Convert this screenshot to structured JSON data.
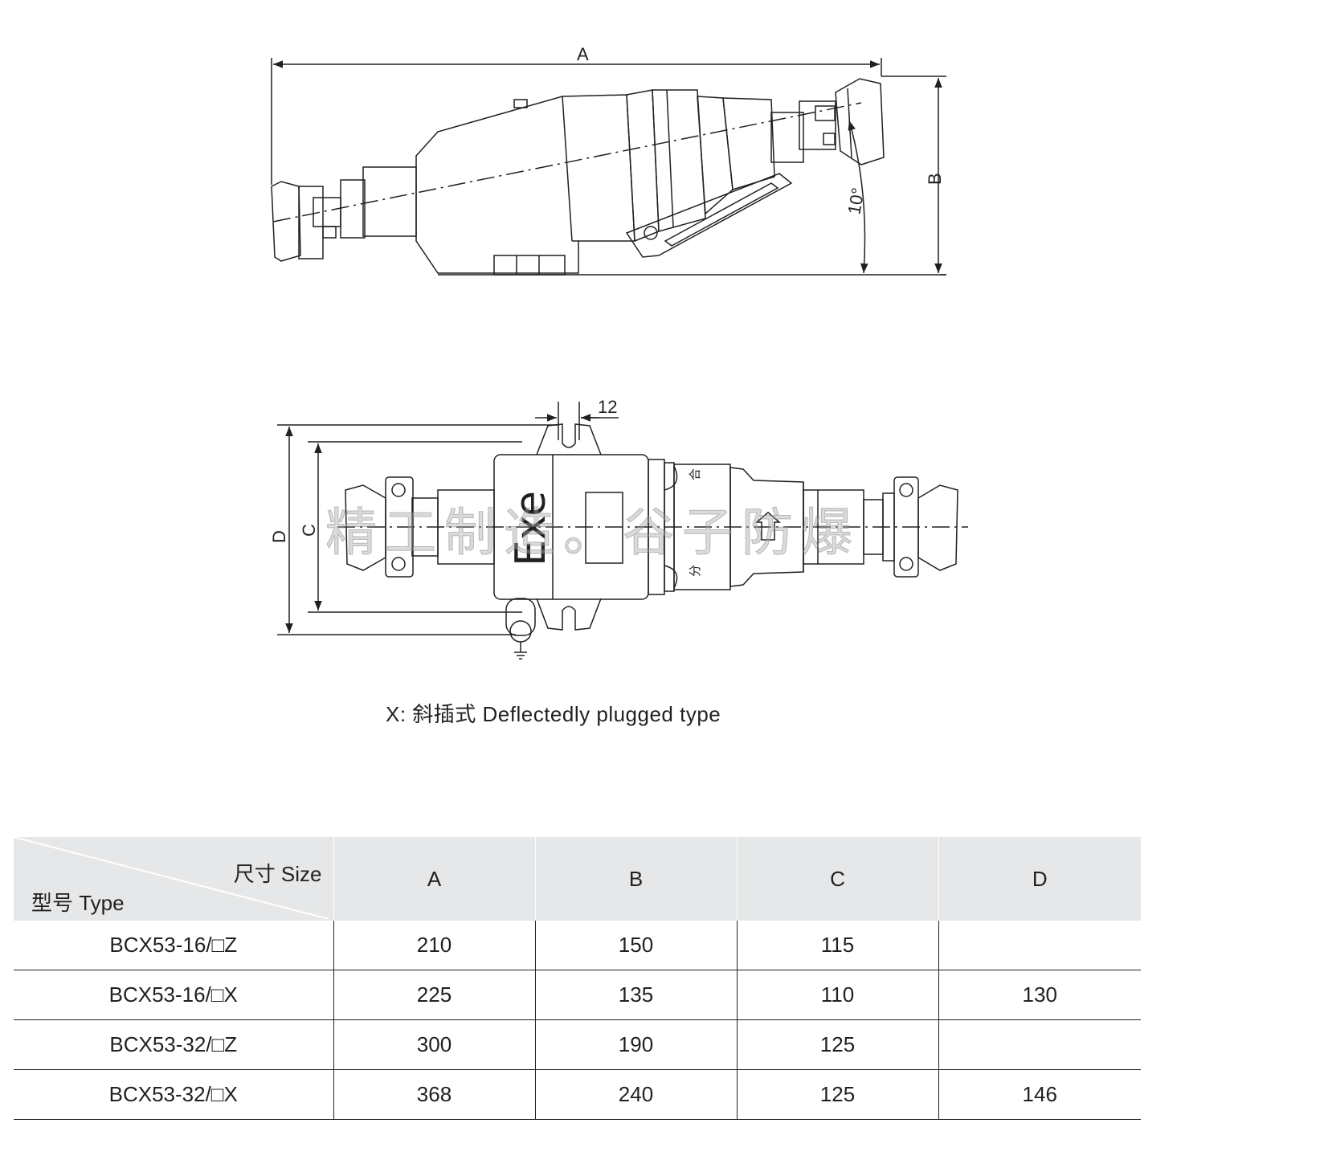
{
  "top_view": {
    "dim_a": "A",
    "dim_b": "B",
    "angle": "10°"
  },
  "front_view": {
    "dim_12": "12",
    "dim_c": "C",
    "dim_d": "D",
    "exe": "Exe",
    "he": "合",
    "fen": "分"
  },
  "watermark": "精工制造。谷子防爆",
  "caption": "X: 斜插式 Deflectedly plugged type",
  "table": {
    "corner_size": "尺寸 Size",
    "corner_type": "型号 Type",
    "columns": [
      "A",
      "B",
      "C",
      "D"
    ],
    "rows": [
      {
        "model": "BCX53-16/□Z",
        "values": [
          "210",
          "150",
          "115",
          ""
        ]
      },
      {
        "model": "BCX53-16/□X",
        "values": [
          "225",
          "135",
          "110",
          "130"
        ]
      },
      {
        "model": "BCX53-32/□Z",
        "values": [
          "300",
          "190",
          "125",
          ""
        ]
      },
      {
        "model": "BCX53-32/□X",
        "values": [
          "368",
          "240",
          "125",
          "146"
        ]
      }
    ]
  },
  "colors": {
    "line": "#231f20",
    "header_bg": "#e6e7e8"
  }
}
